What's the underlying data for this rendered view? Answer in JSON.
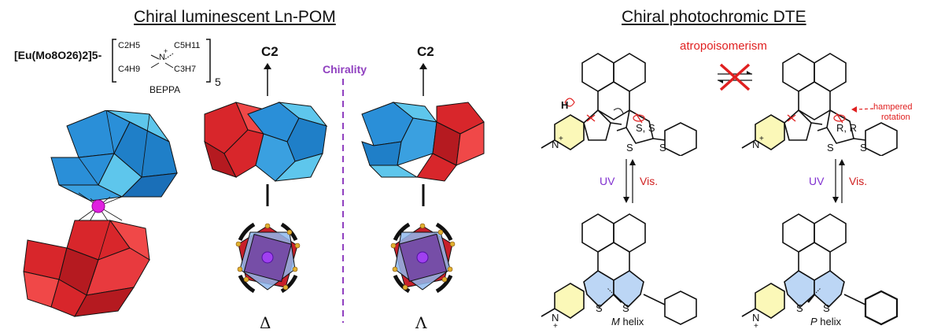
{
  "left_panel": {
    "title": "Chiral luminescent Ln-POM",
    "formula": "[Eu(Mo8O26)2]5-",
    "cation": {
      "r1": "C2H5",
      "r2": "C5H11",
      "r3": "C4H9",
      "r4": "C3H7",
      "charge": "+",
      "center": "N",
      "subscript": "5",
      "name": "BEPPA"
    },
    "axis_label": "C2",
    "chirality_label": "Chirality",
    "delta_label": "Δ",
    "lambda_label": "Λ",
    "colors": {
      "red": "#d8262b",
      "blue": "#2a8fd8",
      "light_blue": "#5ec6ec",
      "magenta": "#e020e0",
      "purple": "#9040c0"
    }
  },
  "right_panel": {
    "title": "Chiral photochromic DTE",
    "atropo_label": "atropoisomerism",
    "hampered_label": "hampered",
    "rotation_label": "rotation",
    "ss_label": "S, S",
    "rr_label": "R, R",
    "uv_left": "UV",
    "vis_left": "Vis.",
    "uv_right": "UV",
    "vis_right": "Vis.",
    "m_helix_italic": "M",
    "p_helix_italic": "P",
    "helix_word": "helix",
    "h_label": "H",
    "s_atom": "S",
    "n_atom": "N",
    "plus": "+",
    "colors": {
      "red": "#e02020",
      "uv": "#8030d0",
      "vis": "#d02020",
      "pyridinium_fill": "#fbf8b8",
      "closed_fill": "#bcd6f5"
    }
  }
}
